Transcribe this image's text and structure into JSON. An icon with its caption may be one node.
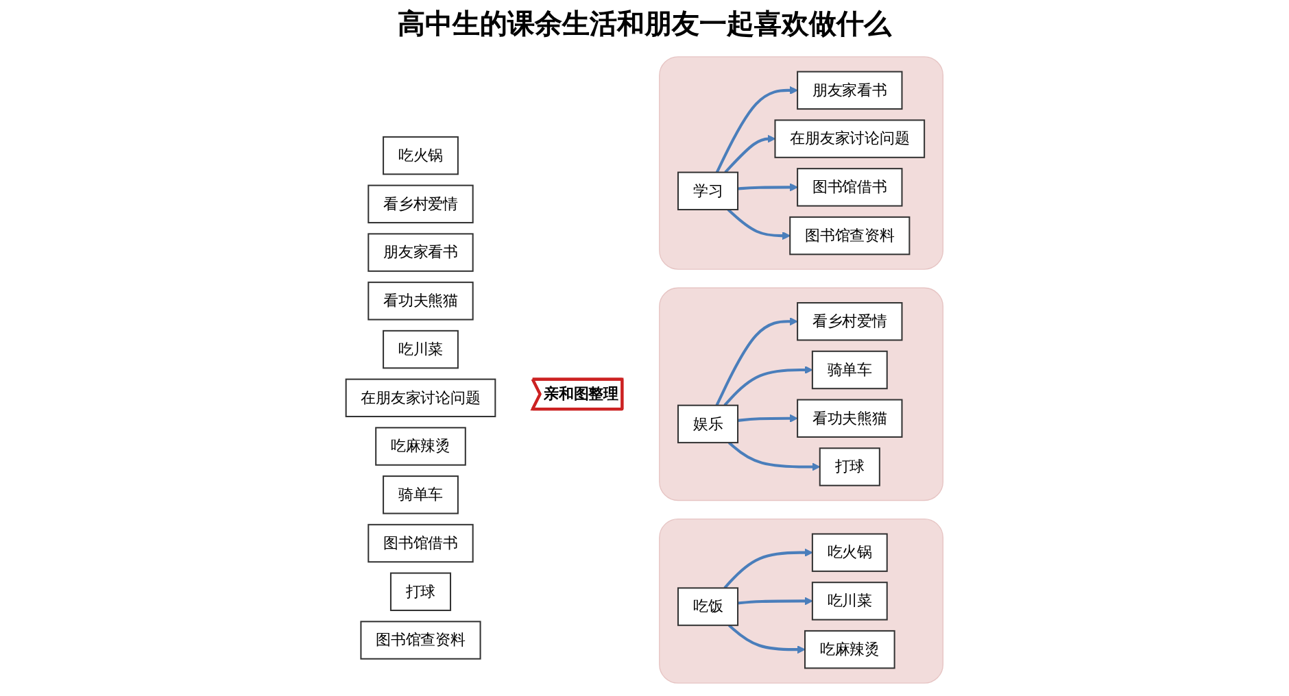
{
  "diagram": {
    "title": "高中生的课余生活和朋友一起喜欢做什么",
    "nodes": [
      {
        "text": [
          "吃火锅"
        ]
      },
      {
        "text": [
          "看乡村爱情"
        ]
      },
      {
        "text": [
          "朋友家看书"
        ]
      },
      {
        "text": [
          "看功夫熊猫"
        ]
      },
      {
        "text": [
          "吃川菜"
        ]
      },
      {
        "text": [
          "在朋友家讨论问题"
        ]
      },
      {
        "text": [
          "吃麻辣烫"
        ]
      },
      {
        "text": [
          "骑单车"
        ]
      },
      {
        "text": [
          "图书馆借书"
        ]
      },
      {
        "text": [
          "打球"
        ]
      },
      {
        "text": [
          "图书馆查资料"
        ]
      },
      {
        "text": [
          "亲和图整理"
        ]
      },
      {
        "text": [],
        "shape": "box"
      },
      {
        "text": [
          "吃饭"
        ],
        "in": 12
      },
      {
        "text": [
          "吃火锅"
        ],
        "in": 12
      },
      {
        "text": [
          "吃川菜"
        ],
        "in": 12
      },
      {
        "text": [
          "吃麻辣烫"
        ],
        "in": 12
      },
      {
        "text": [],
        "shape": "box"
      },
      {
        "text": [
          "娱乐"
        ],
        "in": 17
      },
      {
        "text": [
          "看乡村爱情"
        ],
        "in": 17
      },
      {
        "text": [
          "骑单车"
        ],
        "in": 17
      },
      {
        "text": [
          "看功夫熊猫"
        ],
        "in": 17
      },
      {
        "text": [
          "打球"
        ],
        "in": 17
      },
      {
        "text": [],
        "shape": "box"
      },
      {
        "text": [
          "学习"
        ],
        "in": 23
      },
      {
        "text": [
          "朋友家看书"
        ],
        "in": 23
      },
      {
        "text": [
          "在朋友家讨论问题"
        ],
        "in": 23
      },
      {
        "text": [
          "图书馆借书"
        ],
        "in": 23
      },
      {
        "text": [
          "图书馆查资料"
        ],
        "in": 23
      }
    ],
    "edges": [
      {
        "from": 13,
        "to": 14,
        "arrow": "to"
      },
      {
        "from": 13,
        "to": 15,
        "arrow": "to"
      },
      {
        "from": 13,
        "to": 16,
        "arrow": "to"
      },
      {
        "from": 18,
        "to": 19,
        "arrow": "to"
      },
      {
        "from": 18,
        "to": 20,
        "arrow": "to"
      },
      {
        "from": 18,
        "to": 21,
        "arrow": "to"
      },
      {
        "from": 18,
        "to": 22,
        "arrow": "to"
      },
      {
        "from": 24,
        "to": 25,
        "arrow": "to"
      },
      {
        "from": 24,
        "to": 26,
        "arrow": "to"
      },
      {
        "from": 24,
        "to": 27,
        "arrow": "to"
      },
      {
        "from": 24,
        "to": 28,
        "arrow": "to"
      }
    ]
  }
}
